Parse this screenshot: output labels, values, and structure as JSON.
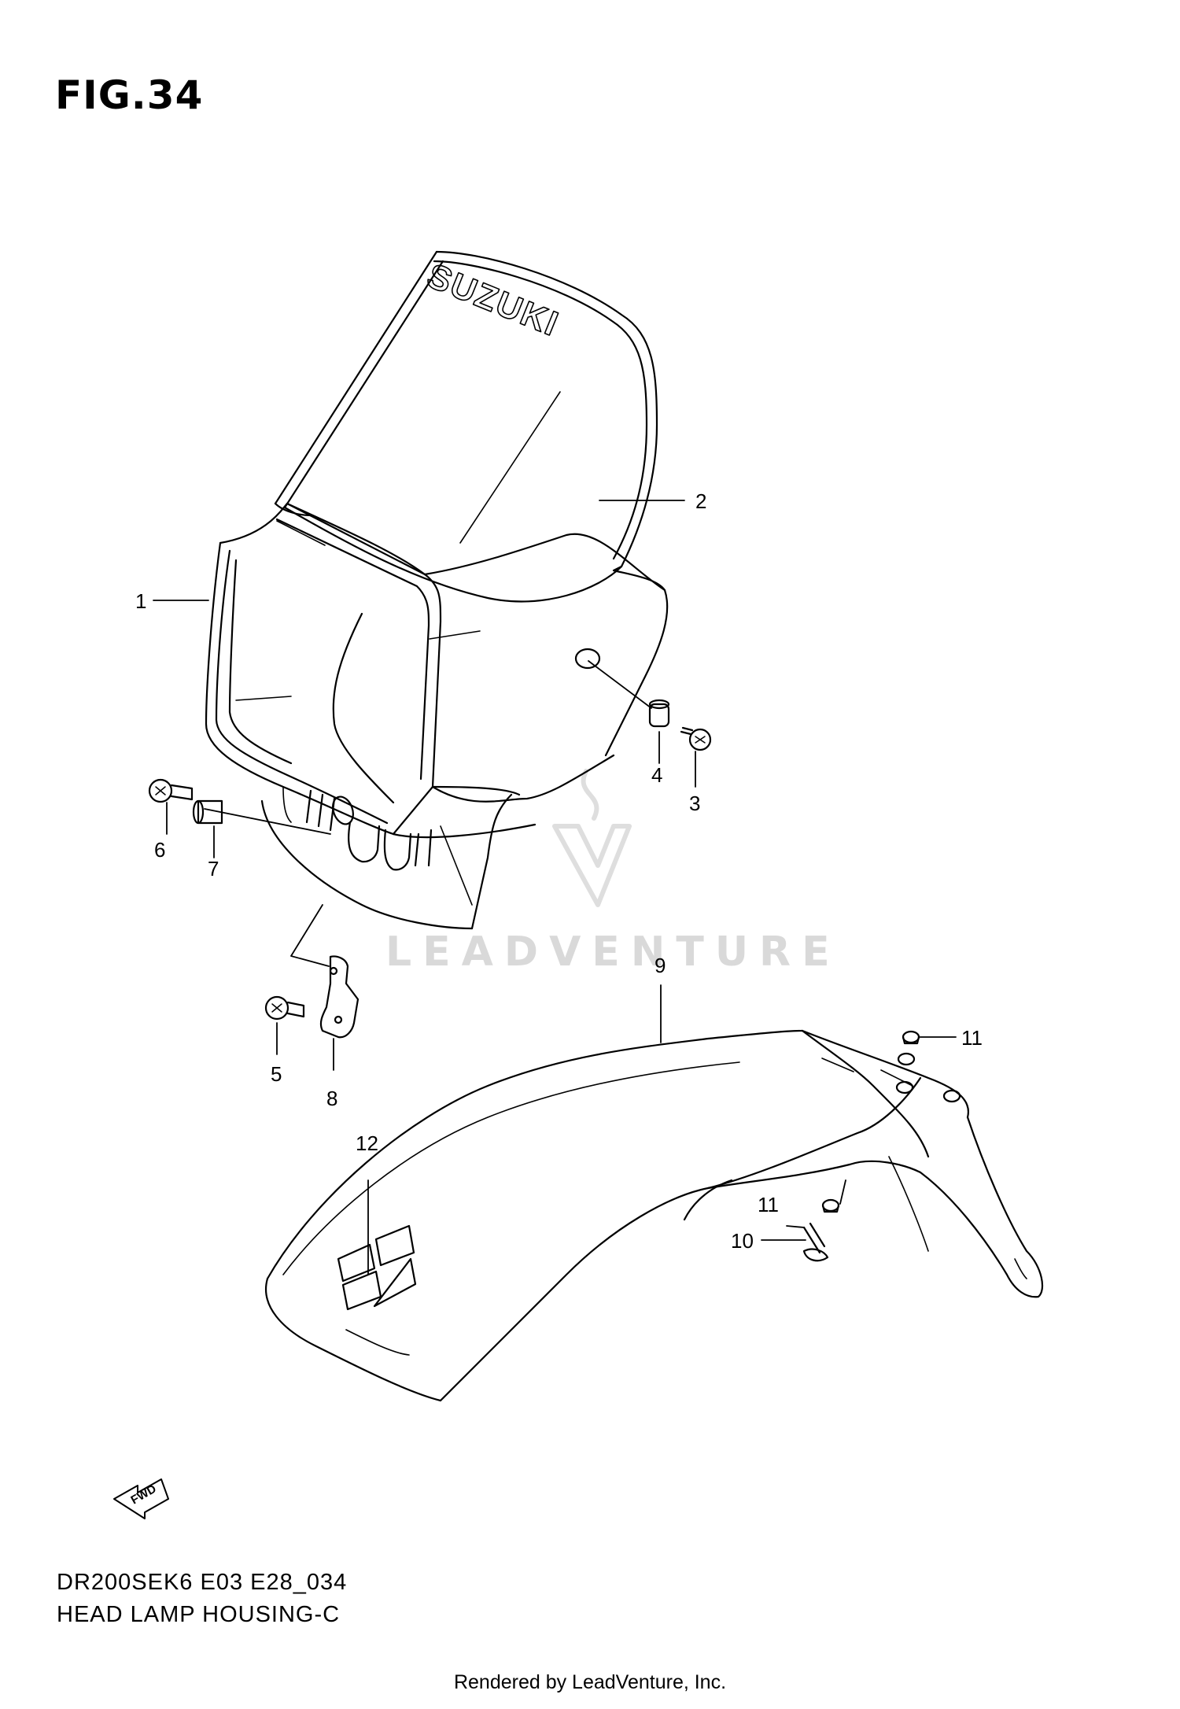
{
  "figure": {
    "title": "FIG.34",
    "model_code": "DR200SEK6 E03 E28_034",
    "part_group": "HEAD LAMP HOUSING-C"
  },
  "callouts": [
    "1",
    "2",
    "3",
    "4",
    "5",
    "6",
    "7",
    "8",
    "9",
    "10",
    "11",
    "11",
    "12"
  ],
  "brand_text": "SUZUKI",
  "fwd_text": "FWD",
  "watermark": "LEADVENTURE",
  "credit": "Rendered by LeadVenture, Inc.",
  "colors": {
    "line": "#000000",
    "watermark": "#d9d9d9"
  }
}
